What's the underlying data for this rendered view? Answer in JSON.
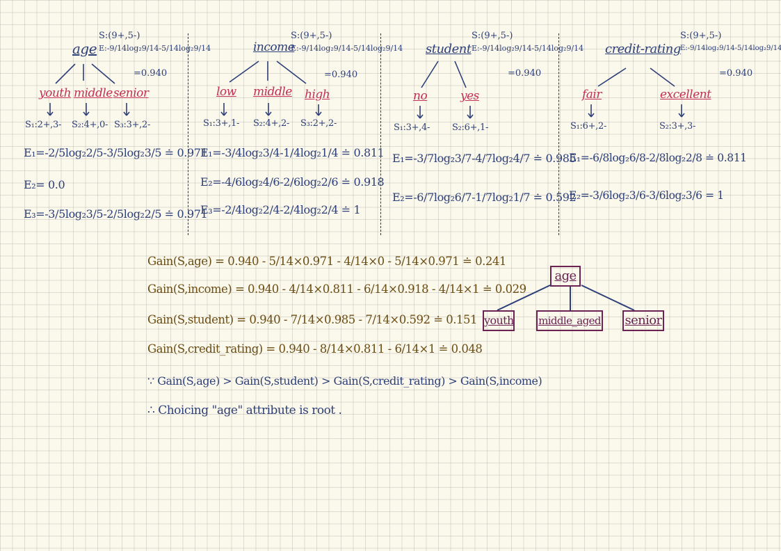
{
  "header_sample": "S:(9+,5-)",
  "header_entropy_expr": "E:-9/14log₂9/14-5/14log₂9/14",
  "header_entropy_val": "=0.940",
  "sections": [
    {
      "title": "age",
      "branches": [
        "youth",
        "middle",
        "senior"
      ],
      "subsets": [
        "S₁:2+,3-",
        "S₂:4+,0-",
        "S₃:3+,2-"
      ],
      "equations": [
        "E₁=-2/5log₂2/5-3/5log₂3/5 ≐ 0.971",
        "E₂= 0.0",
        "E₃=-3/5log₂3/5-2/5log₂2/5 ≐ 0.971"
      ]
    },
    {
      "title": "income",
      "branches": [
        "low",
        "middle",
        "high"
      ],
      "subsets": [
        "S₁:3+,1-",
        "S₂:4+,2-",
        "S₃:2+,2-"
      ],
      "equations": [
        "E₁=-3/4log₂3/4-1/4log₂1/4 ≐ 0.811",
        "E₂=-4/6log₂4/6-2/6log₂2/6 ≐ 0.918",
        "E₃=-2/4log₂2/4-2/4log₂2/4 ≐ 1"
      ]
    },
    {
      "title": "student",
      "branches": [
        "no",
        "yes"
      ],
      "subsets": [
        "S₁:3+,4-",
        "S₂:6+,1-"
      ],
      "equations": [
        "E₁=-3/7log₂3/7-4/7log₂4/7 ≐ 0.985",
        "E₂=-6/7log₂6/7-1/7log₂1/7 ≐ 0.592"
      ]
    },
    {
      "title": "credit-rating",
      "branches": [
        "fair",
        "excellent"
      ],
      "subsets": [
        "S₁:6+,2-",
        "S₂:3+,3-"
      ],
      "equations": [
        "E₁=-6/8log₂6/8-2/8log₂2/8 ≐ 0.811",
        "E₂=-3/6log₂3/6-3/6log₂3/6 = 1"
      ]
    }
  ],
  "gains": [
    "Gain(S,age) = 0.940 - 5/14×0.971 - 4/14×0 - 5/14×0.971 ≐ 0.241",
    "Gain(S,income) = 0.940 - 4/14×0.811 - 6/14×0.918 - 4/14×1 ≐ 0.029",
    "Gain(S,student) = 0.940 - 7/14×0.985 - 7/14×0.592 ≐ 0.151",
    "Gain(S,credit_rating) = 0.940 - 8/14×0.811 - 6/14×1 ≐ 0.048"
  ],
  "because": "∵ Gain(S,age) > Gain(S,student) > Gain(S,credit_rating) > Gain(S,income)",
  "therefore": "∴ Choicing \"age\" attribute is root .",
  "tree": {
    "root": "age",
    "children": [
      "youth",
      "middle_aged",
      "senior"
    ]
  },
  "colors": {
    "ink_blue": "#2d3f78",
    "ink_red": "#c23055",
    "ink_brown": "#6b4d13",
    "ink_purple": "#6a2352"
  }
}
